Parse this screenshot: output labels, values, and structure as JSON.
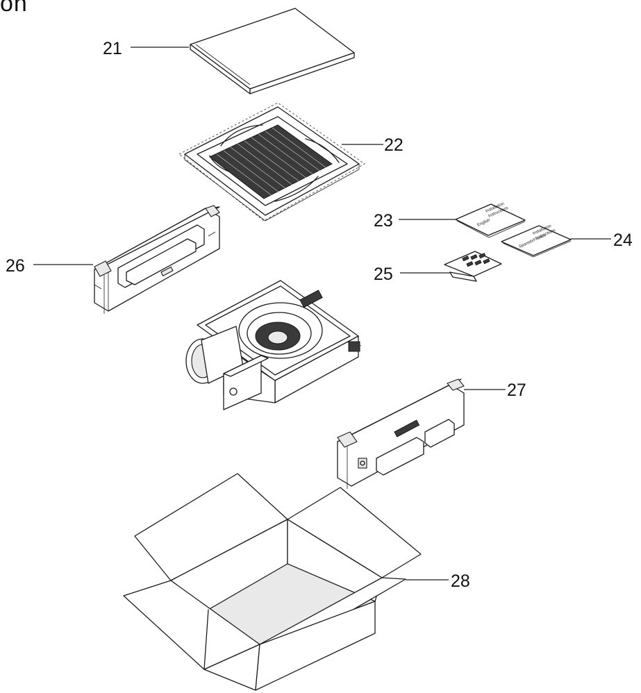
{
  "heading": "on",
  "callouts": {
    "c21": "21",
    "c22": "22",
    "c23": "23",
    "c24": "24",
    "c25": "25",
    "c26": "26",
    "c27": "27",
    "c28": "28"
  },
  "colors": {
    "line": "#1a1a1a",
    "background": "#ffffff"
  }
}
